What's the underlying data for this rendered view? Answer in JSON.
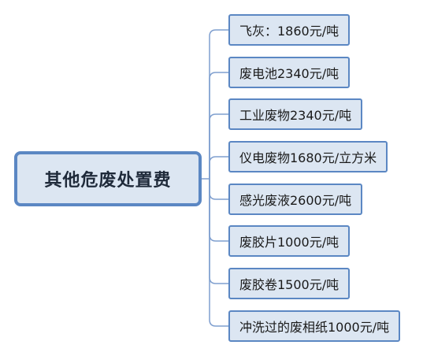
{
  "root": {
    "label": "其他危废处置费"
  },
  "branches": [
    {
      "label": "飞灰：1860元/吨"
    },
    {
      "label": "废电池2340元/吨"
    },
    {
      "label": "工业废物2340元/吨"
    },
    {
      "label": "仪电废物1680元/立方米"
    },
    {
      "label": "感光废液2600元/吨"
    },
    {
      "label": "废胶片1000元/吨"
    },
    {
      "label": "废胶卷1500元/吨"
    },
    {
      "label": "冲洗过的废相纸1000元/吨"
    }
  ],
  "colors": {
    "node_fill": "#dce6f2",
    "node_border": "#5b87c3",
    "connector": "#7f9fcf"
  }
}
